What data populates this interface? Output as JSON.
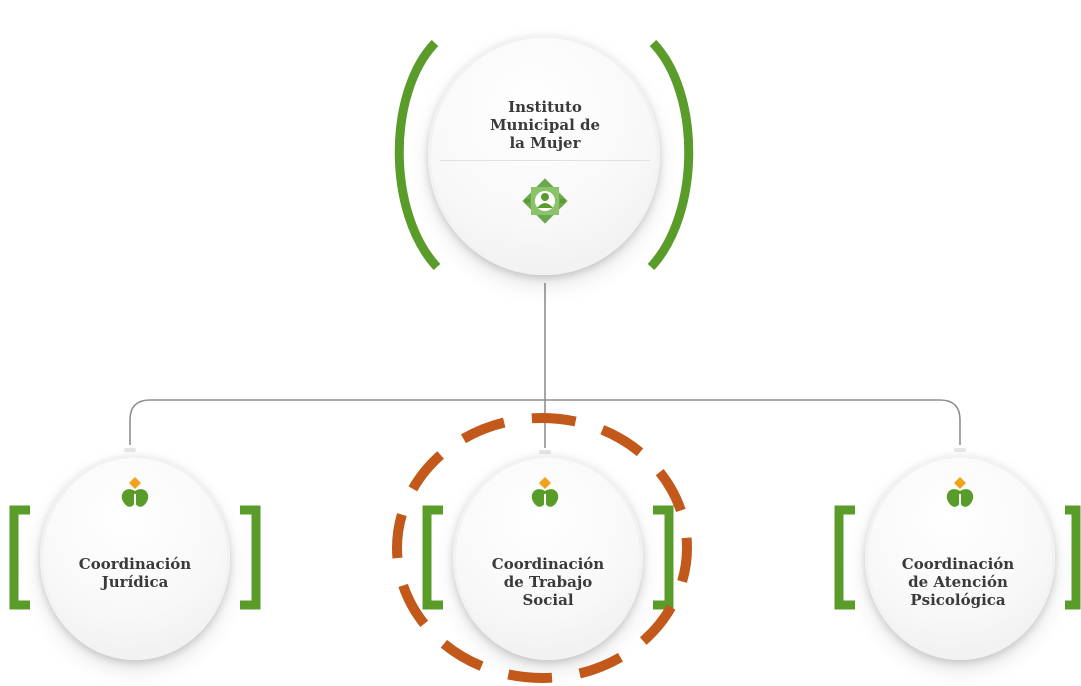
{
  "root": {
    "lines": [
      "Instituto",
      "Municipal de",
      "la Mujer"
    ],
    "logo_icon": "municipal-seal-icon"
  },
  "children": [
    {
      "id": "coordinacion-juridica",
      "lines": [
        "Coordinación",
        "Jurídica"
      ],
      "icon": "leaf-emblem-icon"
    },
    {
      "id": "coordinacion-trabajo-social",
      "lines": [
        "Coordinación",
        "de Trabajo",
        "Social"
      ],
      "icon": "leaf-emblem-icon",
      "highlighted": true
    },
    {
      "id": "coordinacion-atencion-psicologica",
      "lines": [
        "Coordinación",
        "de Atención",
        "Psicológica"
      ],
      "icon": "leaf-emblem-icon"
    }
  ],
  "colors": {
    "accent_green": "#5a9c2a",
    "emblem_orange": "#f2a11a",
    "highlight_orange": "#c2581a",
    "connector_gray": "#8f8f8f",
    "text": "#3a3a3a"
  }
}
